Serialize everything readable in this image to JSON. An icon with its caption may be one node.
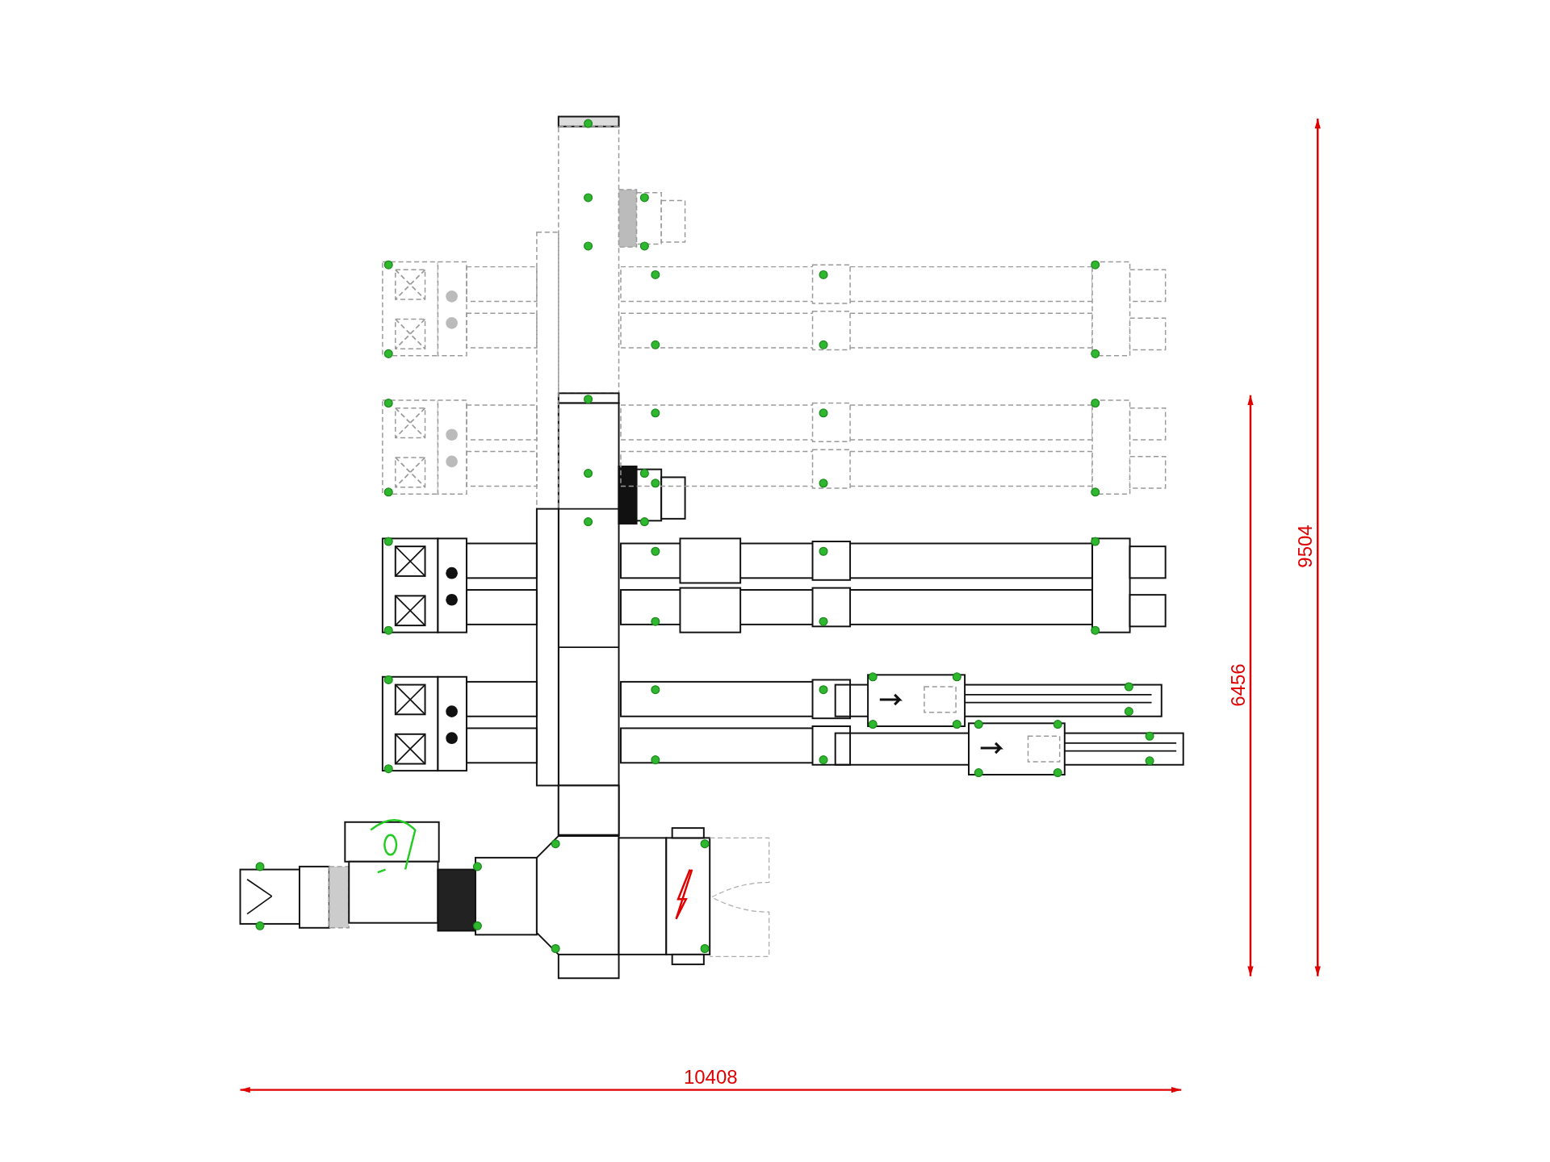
{
  "diagram": {
    "labels": [
      "9504",
      "6456",
      "10408"
    ]
  }
}
